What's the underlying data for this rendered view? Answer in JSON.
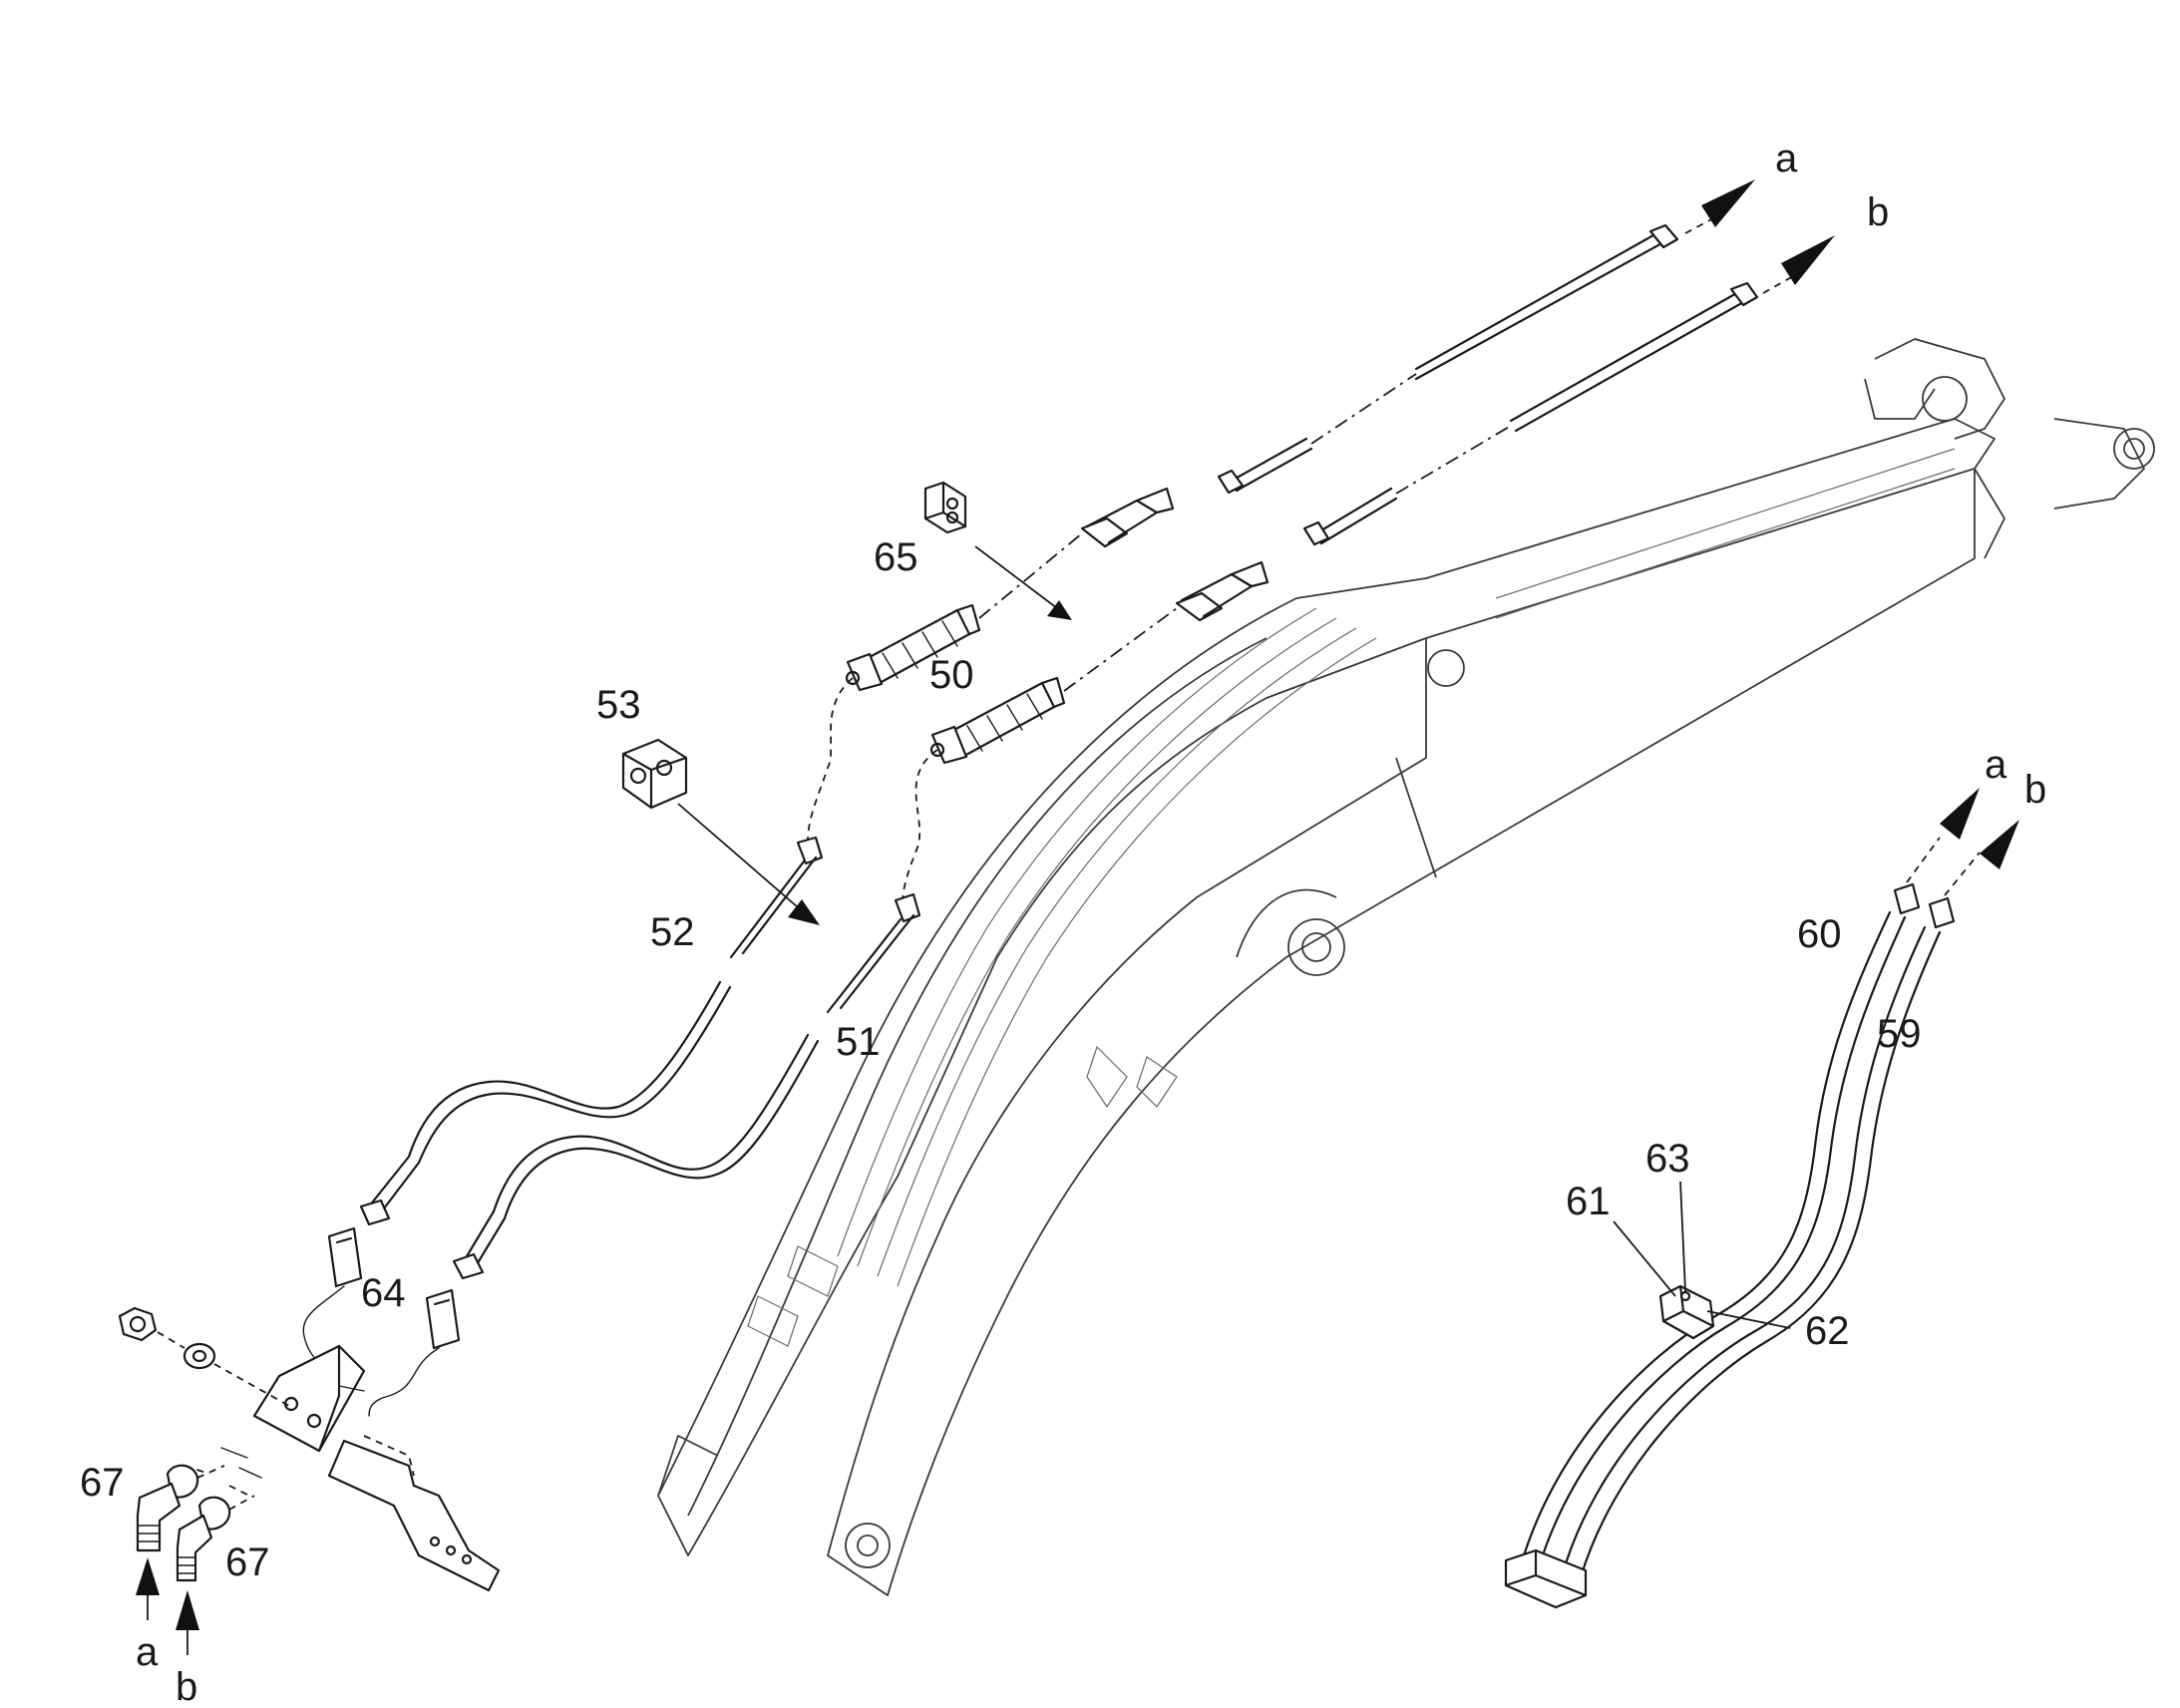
{
  "callouts": {
    "c50": "50",
    "c51": "51",
    "c52": "52",
    "c53": "53",
    "c59": "59",
    "c60": "60",
    "c61": "61",
    "c62": "62",
    "c63": "63",
    "c64": "64",
    "c65": "65",
    "c67a": "67",
    "c67b": "67"
  },
  "connections": {
    "top_a": "a",
    "top_b": "b",
    "right_a": "a",
    "right_b": "b",
    "bottom_a": "a",
    "bottom_b": "b"
  },
  "colors": {
    "line": "#1a1a1a",
    "background": "#ffffff"
  }
}
